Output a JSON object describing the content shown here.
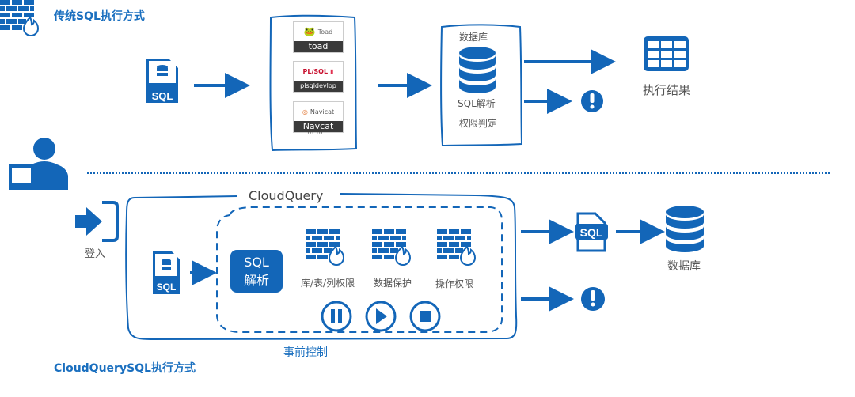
{
  "colors": {
    "primary": "#1366b8",
    "text": "#555555",
    "title": "#1a6fbf"
  },
  "traditional": {
    "title": "传统SQL执行方式",
    "sql_icon_label": "SQL",
    "tools": [
      {
        "logo_text": "Toad",
        "name": "toad"
      },
      {
        "logo_text": "PL/SQL",
        "name": "plsqldevlop"
      },
      {
        "logo_text": "Navicat",
        "name": "Navcat"
      }
    ],
    "tools_more": "··· ···",
    "db_box": {
      "title": "数据库",
      "line1": "SQL解析",
      "line2": "权限判定"
    },
    "result_label": "执行结果"
  },
  "cloudquery": {
    "title": "CloudQuery",
    "login_label": "登入",
    "sql_icon_label": "SQL",
    "parse_button": {
      "line1": "SQL",
      "line2": "解析"
    },
    "controls": [
      {
        "icon": "firewall-icon",
        "label": "库/表/列权限"
      },
      {
        "icon": "firewall-icon",
        "label": "数据保护"
      },
      {
        "icon": "firewall-icon",
        "label": "操作权限"
      }
    ],
    "playback": [
      "pause-icon",
      "play-icon",
      "stop-icon"
    ],
    "pre_control_label": "事前控制",
    "output_sql_label": "SQL",
    "database_label": "数据库",
    "footer_title": "CloudQuerySQL执行方式"
  }
}
